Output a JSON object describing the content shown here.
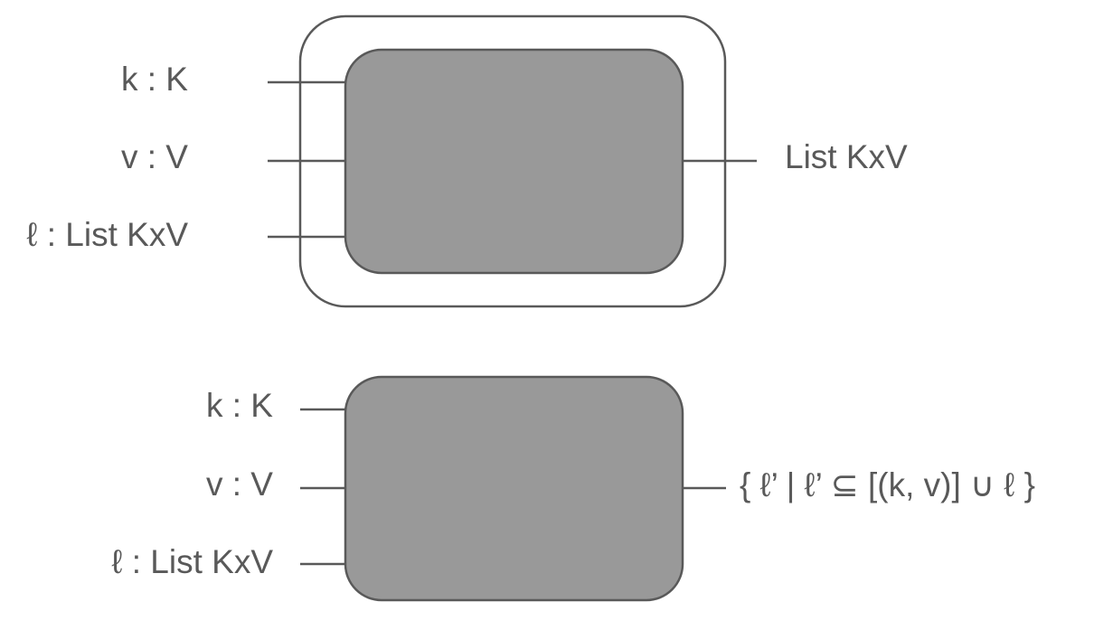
{
  "colors": {
    "stroke": "#595959",
    "box_fill": "#999999",
    "text": "#595959",
    "background": "#ffffff"
  },
  "top_diagram": {
    "inputs": [
      "k : K",
      "v : V",
      "ℓ : List KxV"
    ],
    "output": "List KxV"
  },
  "bottom_diagram": {
    "inputs": [
      "k : K",
      "v : V",
      "ℓ : List KxV"
    ],
    "output": "{ ℓ’ | ℓ’ ⊆ [(k, v)] ∪ ℓ }"
  }
}
